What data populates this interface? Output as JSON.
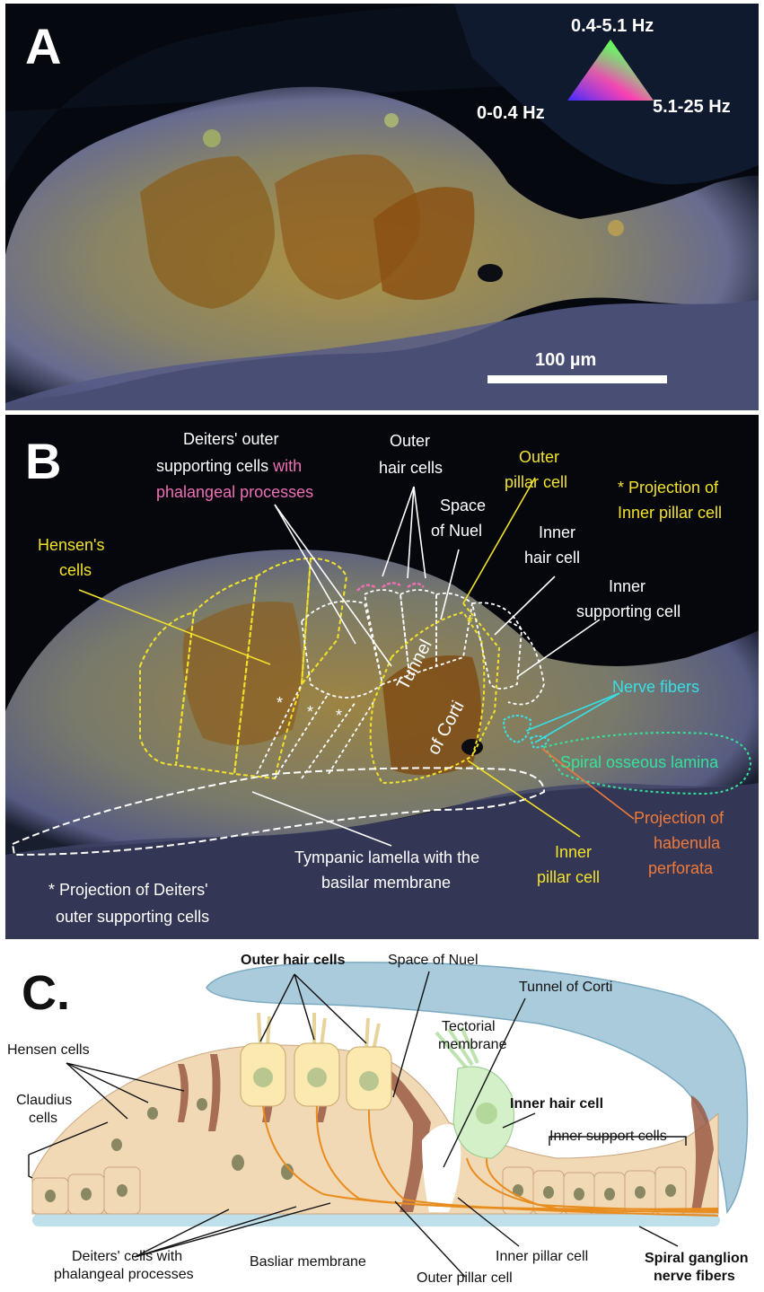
{
  "panel_a": {
    "letter": "A",
    "legend": {
      "top": "0.4-5.1 Hz",
      "left": "0-0.4 Hz",
      "right": "5.1-25 Hz"
    },
    "scale_bar": "100 µm"
  },
  "panel_b": {
    "letter": "B",
    "labels": {
      "deiters_line1": "Deiters' outer",
      "deiters_line2a": "supporting cells ",
      "deiters_line2b": "with",
      "deiters_line3": "phalangeal processes",
      "outer_hair_1": "Outer",
      "outer_hair_2": "hair cells",
      "outer_pillar_1": "Outer",
      "outer_pillar_2": "pillar cell",
      "proj_ipc_1": "* Projection of",
      "proj_ipc_2": "Inner pillar cell",
      "hensens_1": "Hensen's",
      "hensens_2": "cells",
      "nuel_1": "Space",
      "nuel_2": "of Nuel",
      "inner_hair_1": "Inner",
      "inner_hair_2": "hair cell",
      "inner_supp_1": "Inner",
      "inner_supp_2": "supporting cell",
      "nerve_fibers": "Nerve fibers",
      "tunnel_1": "Tunnel",
      "tunnel_2": "of Corti",
      "spiral_osseous": "Spiral osseous lamina",
      "proj_hab_1": "Projection of",
      "proj_hab_2": "habenula",
      "proj_hab_3": "perforata",
      "tympanic_1": "Tympanic lamella with the",
      "tympanic_2": "basilar membrane",
      "inner_pillar_1": "Inner",
      "inner_pillar_2": "pillar cell",
      "proj_deiters_1": "* Projection of Deiters'",
      "proj_deiters_2": "outer supporting cells",
      "asterisk": "*"
    }
  },
  "panel_c": {
    "letter": "C.",
    "labels": {
      "outer_hair_cells": "Outer hair cells",
      "space_of_nuel": "Space of Nuel",
      "tunnel_of_corti": "Tunnel of Corti",
      "tectorial_1": "Tectorial",
      "tectorial_2": "membrane",
      "hensen_cells": "Hensen cells",
      "claudius_1": "Claudius",
      "claudius_2": "cells",
      "inner_hair_cell": "Inner hair cell",
      "inner_support_cells": "Inner support cells",
      "deiters_1": "Deiters' cells with",
      "deiters_2": "phalangeal processes",
      "basilar_membrane": "Basliar membrane",
      "inner_pillar_cell": "Inner pillar cell",
      "outer_pillar_cell": "Outer pillar cell",
      "spiral_1": "Spiral ganglion",
      "spiral_2": "nerve fibers"
    }
  },
  "colors": {
    "label_white": "#ffffff",
    "label_yellow": "#f2e22a",
    "label_magenta": "#ee6fb6",
    "label_cyan": "#37e0e6",
    "label_green": "#34e39a",
    "label_orange": "#f07a3a",
    "tectorial": "#a9cbdc",
    "cell_beige": "#f1d9b5",
    "cell_brown": "#9b5b45",
    "hair_cell": "#fbe9b0",
    "inner_hair_cell": "#d3f0c8",
    "nerve": "#e88c1e"
  }
}
